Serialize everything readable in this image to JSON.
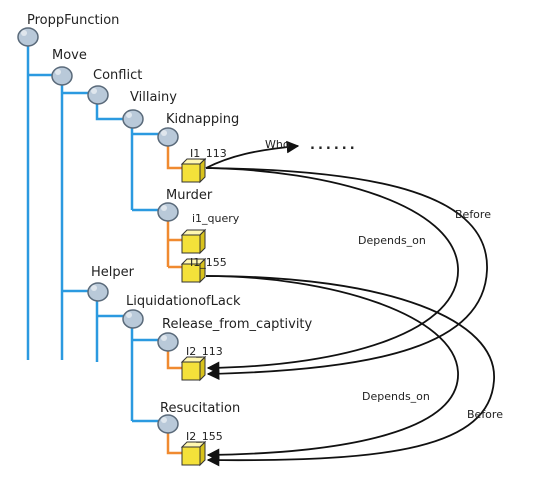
{
  "colors": {
    "tree_line": "#2b9ae0",
    "instance_line": "#f08a30",
    "node_fill": "#b9c9d9",
    "node_stroke": "#5a6a7a",
    "cube_top": "#fff7b0",
    "cube_front": "#f4e13a",
    "cube_side": "#d8c21c",
    "arrow": "#111111"
  },
  "nodes": {
    "propp_function": "ProppFunction",
    "move": "Move",
    "conflict": "Conflict",
    "villainy": "Villainy",
    "kidnapping": "Kidnapping",
    "murder": "Murder",
    "helper": "Helper",
    "liquidation_of_lack": "LiquidationofLack",
    "release_from_captivity": "Release_from_captivity",
    "resuscitation": "Resucitation"
  },
  "instances": {
    "i1_113": "I1_113",
    "i1_query": "i1_query",
    "i1_155": "I1_155",
    "i2_113": "I2_113",
    "i2_155": "I2_155"
  },
  "relations": {
    "who": "Who",
    "dots": "......",
    "before_1": "Before",
    "depends_on_1": "Depends_on",
    "depends_on_2": "Depends_on",
    "before_2": "Before"
  }
}
